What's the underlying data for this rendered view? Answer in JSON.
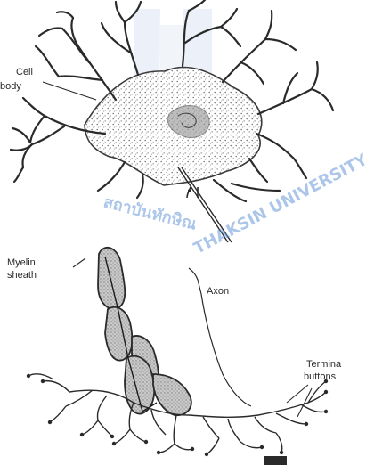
{
  "labels": {
    "cell_body_line1": "Cell",
    "cell_body_line2": "body",
    "myelin_line1": "Myelin",
    "myelin_line2": "sheath",
    "axon": "Axon",
    "terminal_line1": "Termina",
    "terminal_line2": "buttons"
  },
  "watermark": {
    "text_left": "สถาบันทักษิณ",
    "text_right": "THAKSIN UNIVERSITY",
    "color": "#5b8fd6"
  },
  "colors": {
    "ink": "#2a2a2a",
    "stipple": "#6d6d6d",
    "myelin_fill": "#c7c7c7"
  }
}
